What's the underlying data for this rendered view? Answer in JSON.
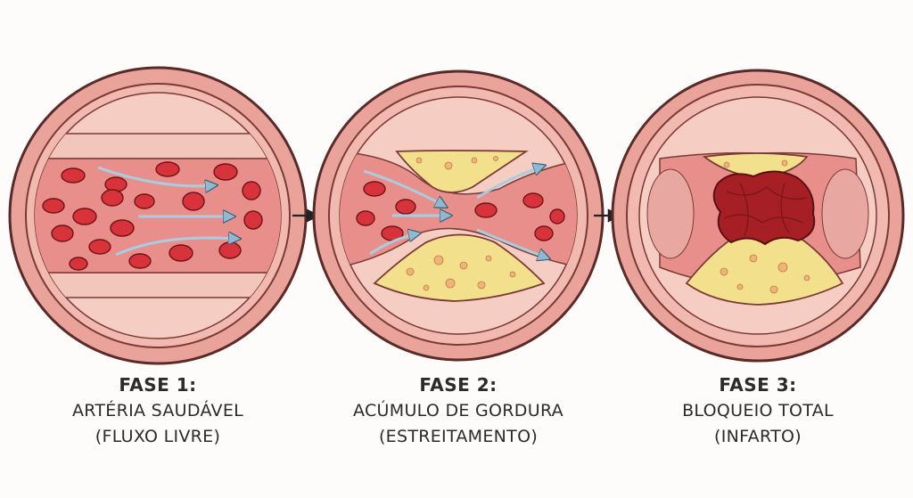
{
  "phases": [
    {
      "title": "FASE 1:",
      "line1": "ARTÉRIA SAUDÁVEL",
      "line2": "(FLUXO LIVRE)"
    },
    {
      "title": "FASE 2:",
      "line1": "ACÚMULO DE GORDURA",
      "line2": "(ESTREITAMENTO)"
    },
    {
      "title": "FASE 3:",
      "line1": "BLOQUEIO TOTAL",
      "line2": "(INFARTO)"
    }
  ],
  "colors": {
    "vessel_outer": "#e9a39b",
    "vessel_wall": "#f2c2b7",
    "lumen": "#e98f8b",
    "blood_cell": "#d8333a",
    "plaque": "#f3e08c",
    "clot": "#a51f25",
    "flow_arrow": "#a9cde0",
    "outline": "#5a2a28"
  }
}
